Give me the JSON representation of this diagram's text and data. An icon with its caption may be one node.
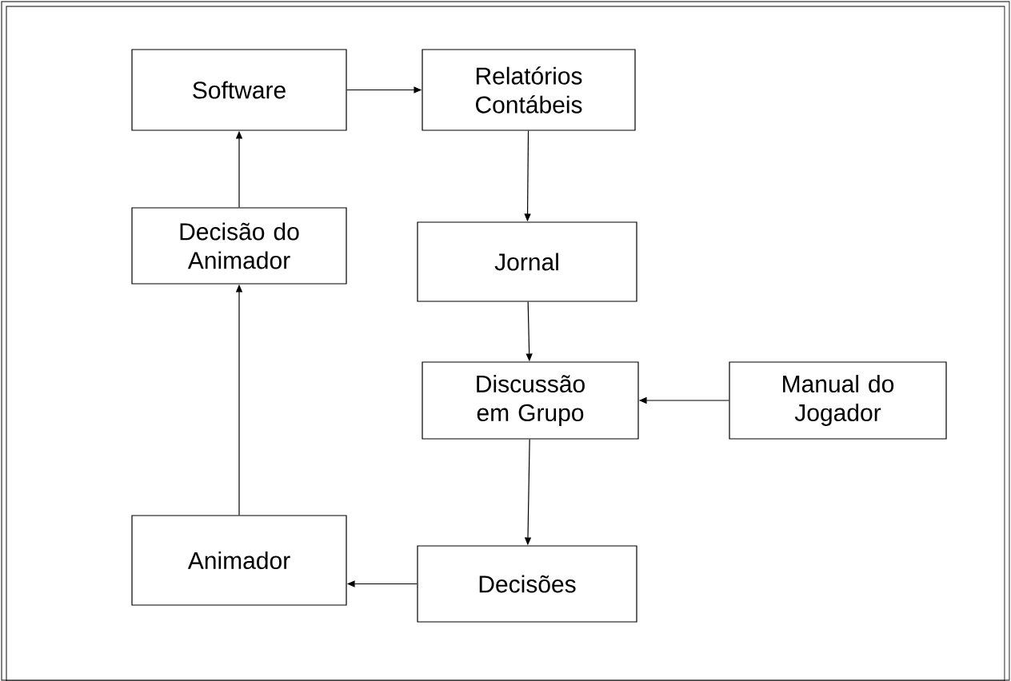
{
  "diagram": {
    "nodes": [
      {
        "text": [
          "Software"
        ]
      },
      {
        "text": [
          "Relatórios Contábeis"
        ]
      },
      {
        "text": [
          "Decisão do Animador"
        ]
      },
      {
        "text": [
          "Jornal"
        ]
      },
      {
        "text": [
          "Discussão em Grupo"
        ]
      },
      {
        "text": [
          "Manual do Jogador"
        ]
      },
      {
        "text": [
          "Animador"
        ]
      },
      {
        "text": [
          "Decisões"
        ]
      }
    ],
    "edges": [
      {
        "from": 0,
        "to": 1,
        "arrow": "to"
      },
      {
        "from": 1,
        "to": 3,
        "arrow": "to"
      },
      {
        "from": 3,
        "to": 4,
        "arrow": "to"
      },
      {
        "from": 5,
        "to": 4,
        "arrow": "to"
      },
      {
        "from": 4,
        "to": 7,
        "arrow": "to"
      },
      {
        "from": 7,
        "to": 6,
        "arrow": "to"
      },
      {
        "from": 6,
        "to": 2,
        "arrow": "to"
      },
      {
        "from": 2,
        "to": 0,
        "arrow": "to"
      }
    ]
  }
}
